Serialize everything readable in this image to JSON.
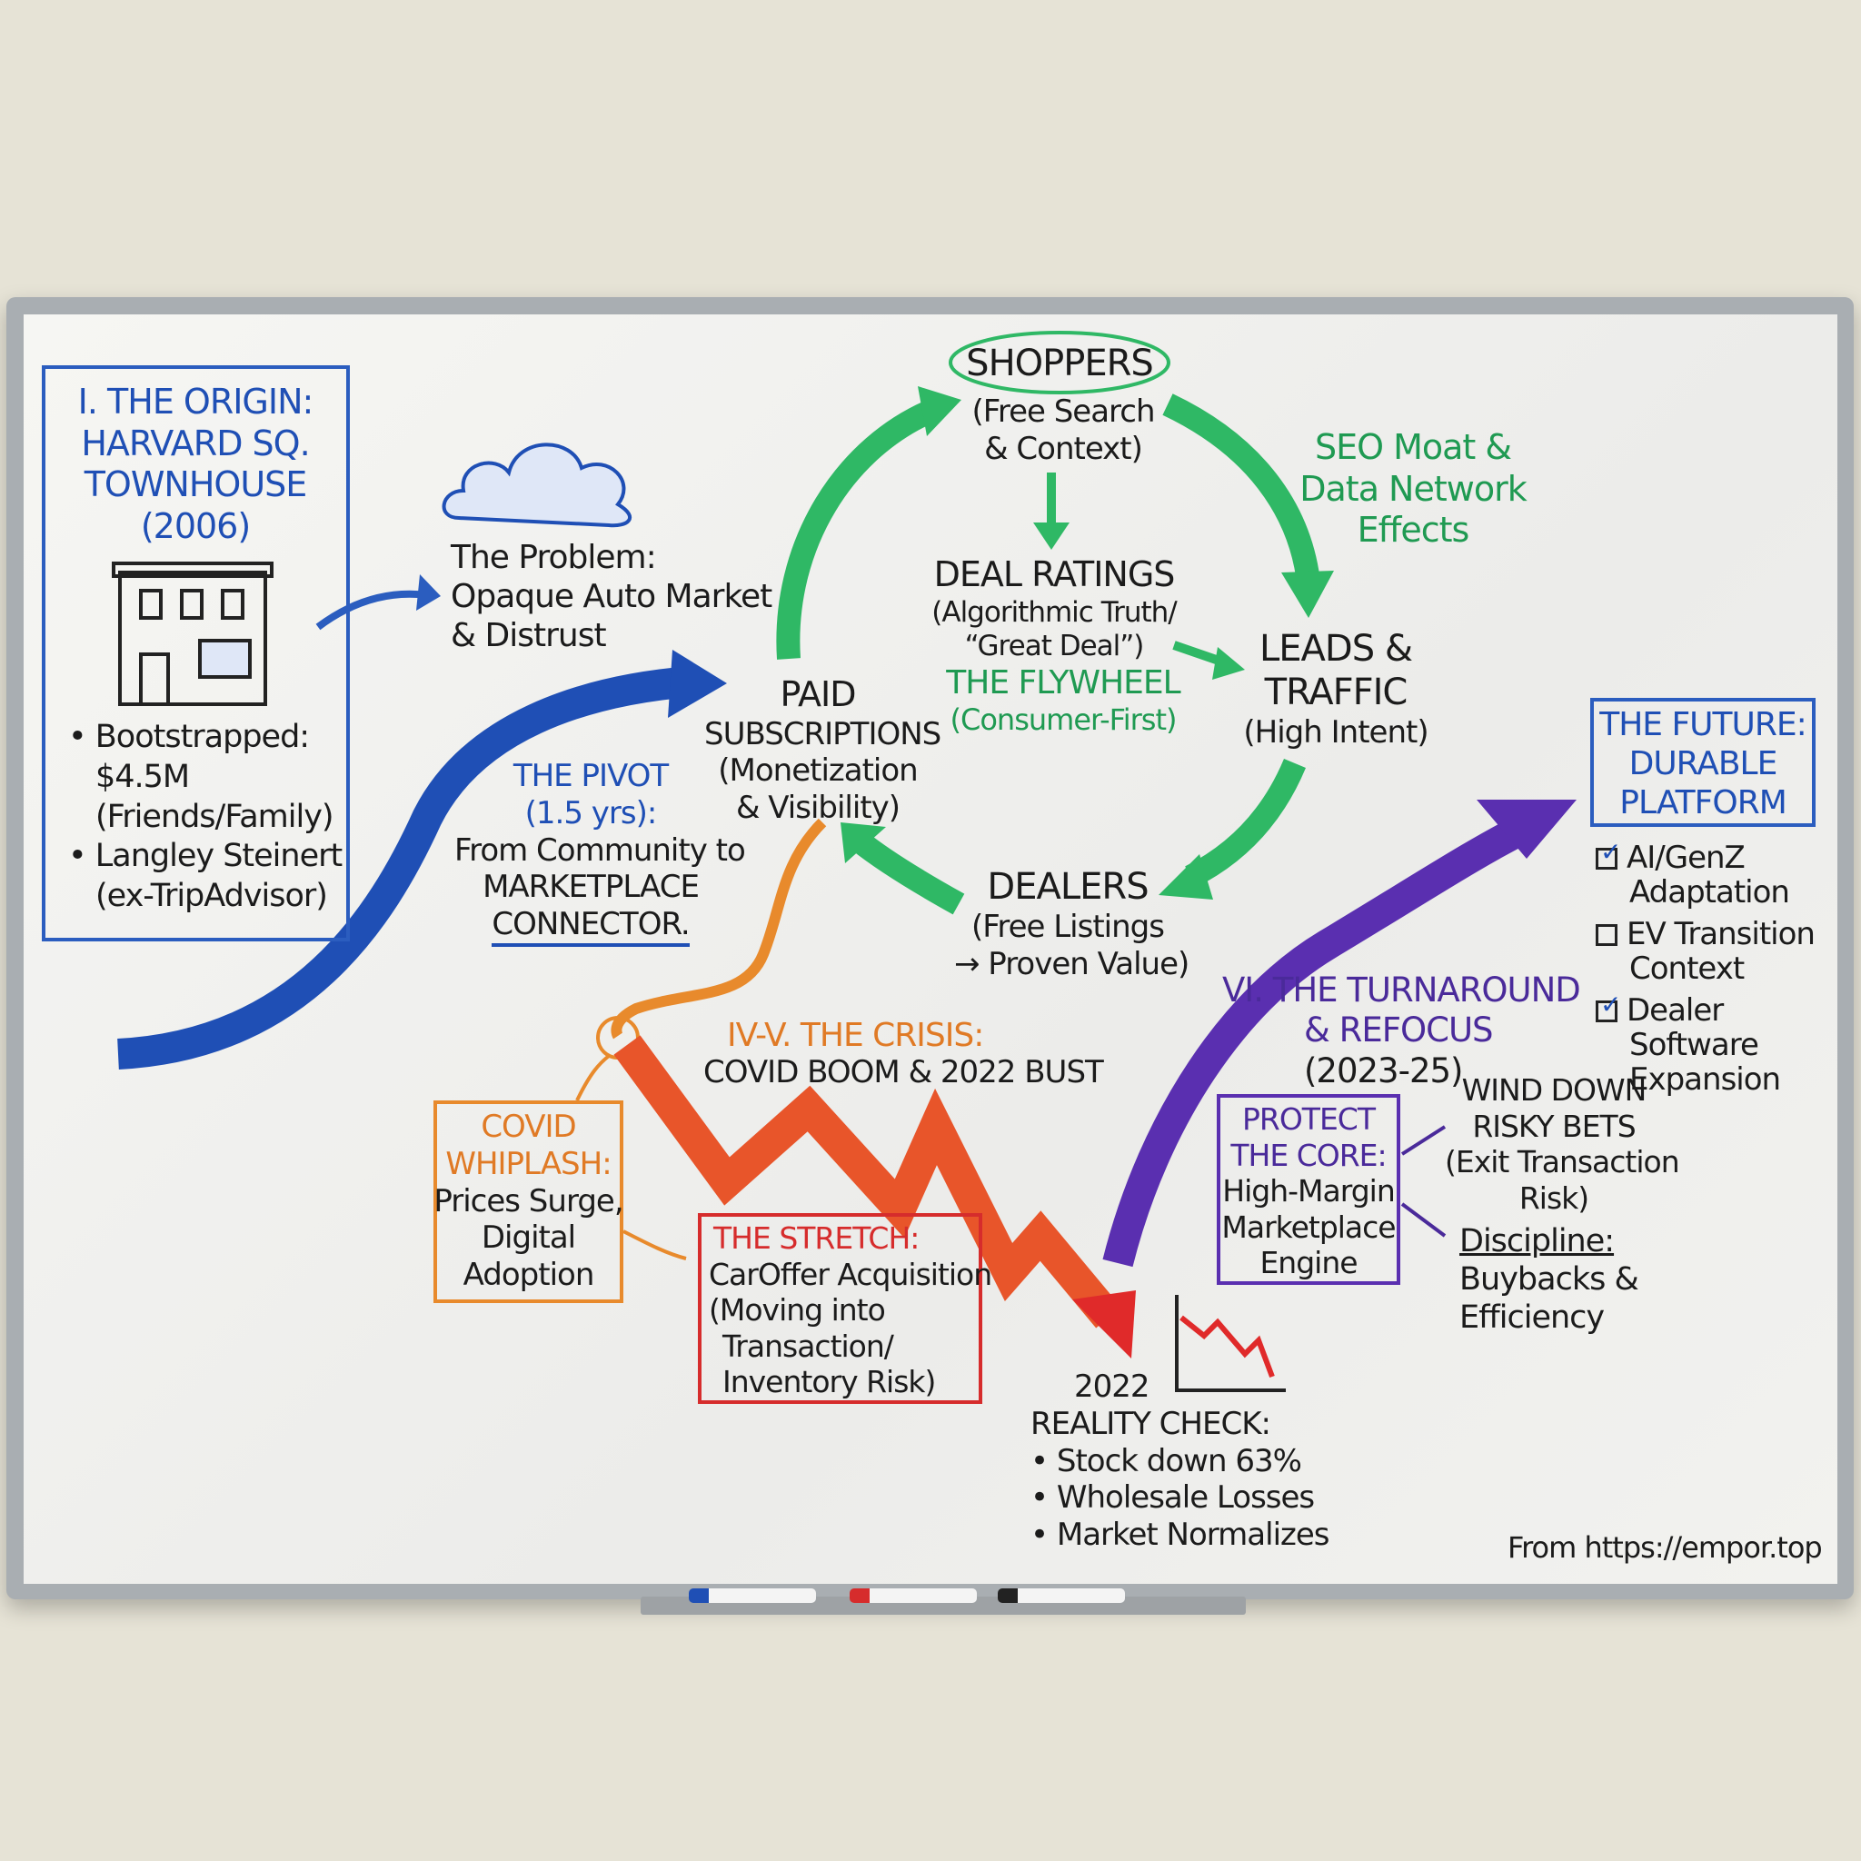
{
  "origin": {
    "title": [
      "I. THE ORIGIN:",
      "HARVARD SQ.",
      "TOWNHOUSE",
      "(2006)"
    ],
    "bullets": [
      "• Bootstrapped:",
      "$4.5M",
      "(Friends/Family)",
      "• Langley Steinert",
      "(ex-TripAdvisor)"
    ]
  },
  "problem": [
    "The Problem:",
    "Opaque Auto Market",
    "& Distrust"
  ],
  "pivot": {
    "title": [
      "THE PIVOT",
      "(1.5 yrs):"
    ],
    "body": [
      "From Community to",
      "MARKETPLACE",
      "CONNECTOR."
    ]
  },
  "flywheel": {
    "shoppers": "SHOPPERS",
    "shoppers_sub": [
      "(Free Search",
      "& Context)"
    ],
    "deal": [
      "DEAL RATINGS",
      "(Algorithmic Truth/",
      "“Great Deal”)"
    ],
    "label": [
      "THE FLYWHEEL",
      "(Consumer-First)"
    ],
    "seo": [
      "SEO Moat &",
      "Data Network",
      "Effects"
    ],
    "leads": [
      "LEADS &",
      "TRAFFIC",
      "(High Intent)"
    ],
    "dealers": [
      "DEALERS",
      "(Free Listings",
      "→ Proven Value)"
    ],
    "paid": [
      "PAID",
      "SUBSCRIPTIONS",
      "(Monetization",
      "& Visibility)"
    ]
  },
  "future": {
    "title": [
      "THE FUTURE:",
      "DURABLE",
      "PLATFORM"
    ],
    "items": [
      {
        "label": [
          "AI/GenZ",
          "Adaptation"
        ],
        "checked": true
      },
      {
        "label": [
          "EV Transition",
          "Context"
        ],
        "checked": false
      },
      {
        "label": [
          "Dealer",
          "Software",
          "Expansion"
        ],
        "checked": true
      }
    ]
  },
  "turnaround": {
    "title": [
      "VI. THE TURNAROUND",
      "& REFOCUS",
      "(2023-25)"
    ],
    "protect": [
      "PROTECT",
      "THE CORE:",
      "High-Margin",
      "Marketplace",
      "Engine"
    ],
    "wind": [
      "WIND DOWN",
      "RISKY BETS",
      "(Exit Transaction",
      "Risk)"
    ],
    "discipline": [
      "Discipline:",
      "Buybacks &",
      "Efficiency"
    ]
  },
  "crisis": {
    "title": "IV-V. THE CRISIS:",
    "sub": "COVID BOOM & 2022 BUST",
    "covid": [
      "COVID",
      "WHIPLASH:",
      "Prices Surge,",
      "Digital",
      "Adoption"
    ],
    "stretch": [
      "THE STRETCH:",
      "CarOffer Acquisition",
      "(Moving into",
      "Transaction/",
      "Inventory Risk)"
    ],
    "reality": [
      "2022",
      "REALITY CHECK:",
      "• Stock down 63%",
      "• Wholesale Losses",
      "• Market Normalizes"
    ]
  },
  "footer": "From https://empor.top",
  "colors": {
    "blue": "#1f4fb5",
    "green": "#2fb865",
    "orange": "#e88a2c",
    "red": "#e02a2a",
    "purple": "#5a2fb0"
  }
}
